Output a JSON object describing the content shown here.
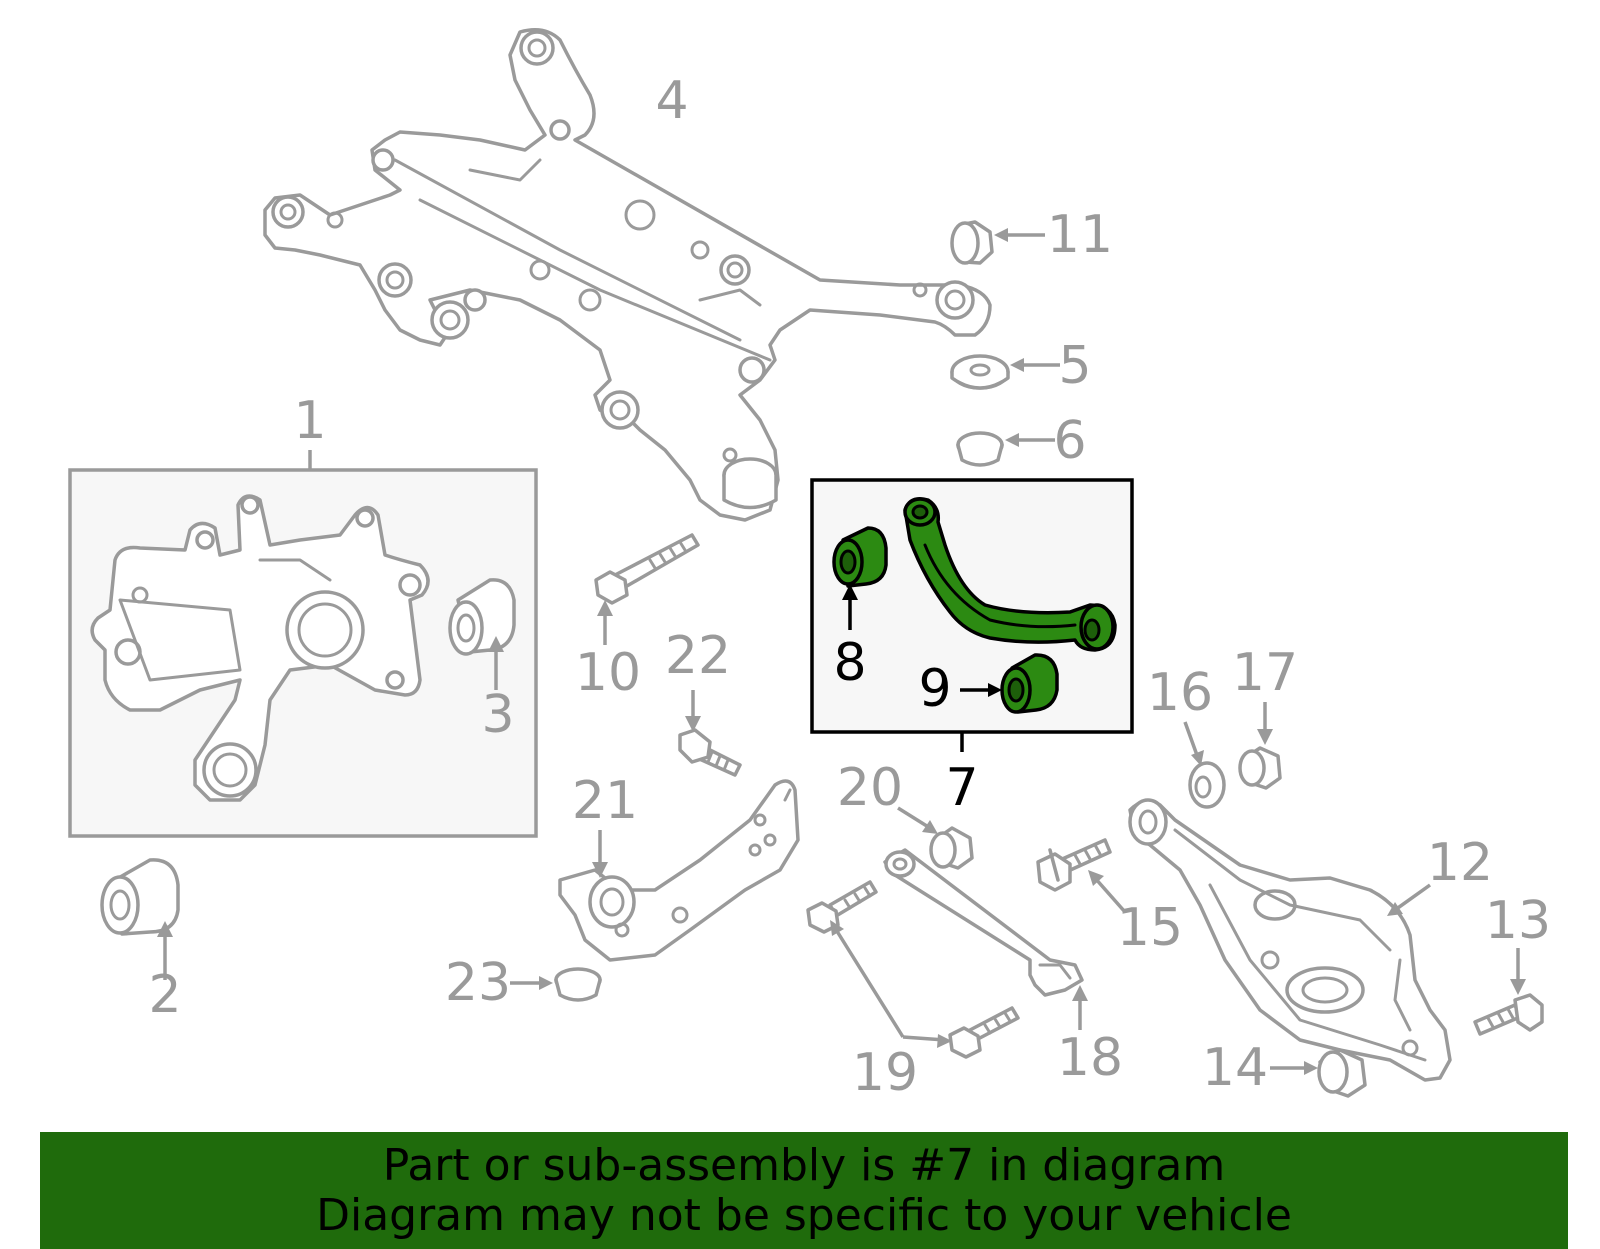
{
  "diagram": {
    "callouts": [
      {
        "id": "1",
        "text": "1"
      },
      {
        "id": "2",
        "text": "2"
      },
      {
        "id": "3",
        "text": "3"
      },
      {
        "id": "4",
        "text": "4"
      },
      {
        "id": "5",
        "text": "5"
      },
      {
        "id": "6",
        "text": "6"
      },
      {
        "id": "7",
        "text": "7"
      },
      {
        "id": "8",
        "text": "8"
      },
      {
        "id": "9",
        "text": "9"
      },
      {
        "id": "10",
        "text": "10"
      },
      {
        "id": "11",
        "text": "11"
      },
      {
        "id": "12",
        "text": "12"
      },
      {
        "id": "13",
        "text": "13"
      },
      {
        "id": "14",
        "text": "14"
      },
      {
        "id": "15",
        "text": "15"
      },
      {
        "id": "16",
        "text": "16"
      },
      {
        "id": "17",
        "text": "17"
      },
      {
        "id": "18",
        "text": "18"
      },
      {
        "id": "19",
        "text": "19"
      },
      {
        "id": "20",
        "text": "20"
      },
      {
        "id": "21",
        "text": "21"
      },
      {
        "id": "22",
        "text": "22"
      },
      {
        "id": "23",
        "text": "23"
      }
    ],
    "highlight_color": "#2c8a12",
    "part_color": "#9a9a9a"
  },
  "banner": {
    "line1": "Part or sub-assembly is #7 in diagram",
    "line2": "Diagram may not be specific to your vehicle",
    "background": "#1f6b0c"
  }
}
